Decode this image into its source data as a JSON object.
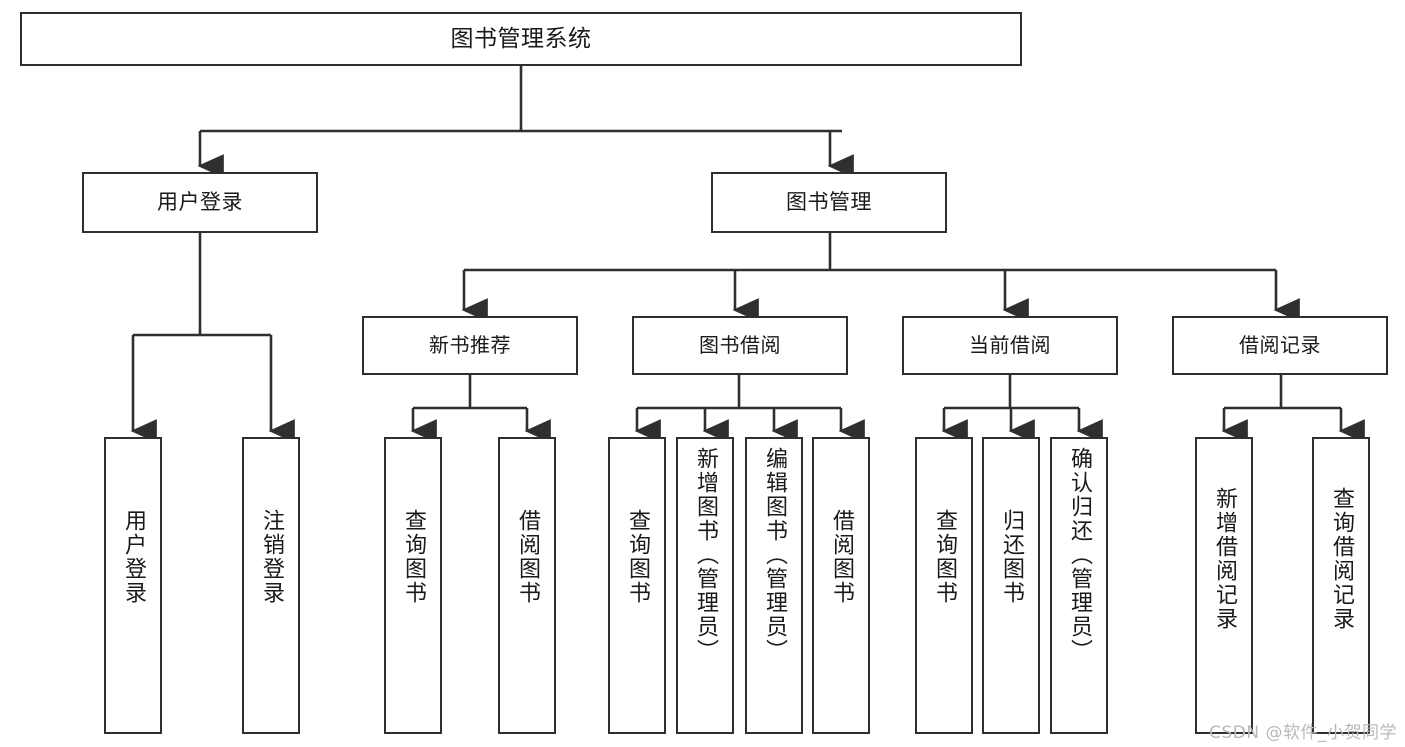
{
  "diagram": {
    "title": "图书管理系统",
    "watermark": "CSDN @软件_小贺同学",
    "colors": {
      "stroke": "#2f2f2f",
      "fill": "#ffffff",
      "text": "#1a1a1a",
      "watermark": "#b9b9b9"
    },
    "levels": {
      "root": {
        "label": "图书管理系统"
      },
      "level2": [
        {
          "label": "用户登录"
        },
        {
          "label": "图书管理"
        }
      ],
      "level3": [
        {
          "label": "新书推荐"
        },
        {
          "label": "图书借阅"
        },
        {
          "label": "当前借阅"
        },
        {
          "label": "借阅记录"
        }
      ],
      "leaves": [
        {
          "label": "用户登录",
          "parent": "用户登录"
        },
        {
          "label": "注销登录",
          "parent": "用户登录"
        },
        {
          "label": "查询图书",
          "parent": "新书推荐"
        },
        {
          "label": "借阅图书",
          "parent": "新书推荐"
        },
        {
          "label": "查询图书",
          "parent": "图书借阅"
        },
        {
          "label": "新增图书（管理员）",
          "parent": "图书借阅"
        },
        {
          "label": "编辑图书（管理员）",
          "parent": "图书借阅"
        },
        {
          "label": "借阅图书",
          "parent": "图书借阅"
        },
        {
          "label": "查询图书",
          "parent": "当前借阅"
        },
        {
          "label": "归还图书",
          "parent": "当前借阅"
        },
        {
          "label": "确认归还（管理员）",
          "parent": "当前借阅"
        },
        {
          "label": "新增借阅记录",
          "parent": "借阅记录"
        },
        {
          "label": "查询借阅记录",
          "parent": "借阅记录"
        }
      ]
    }
  }
}
